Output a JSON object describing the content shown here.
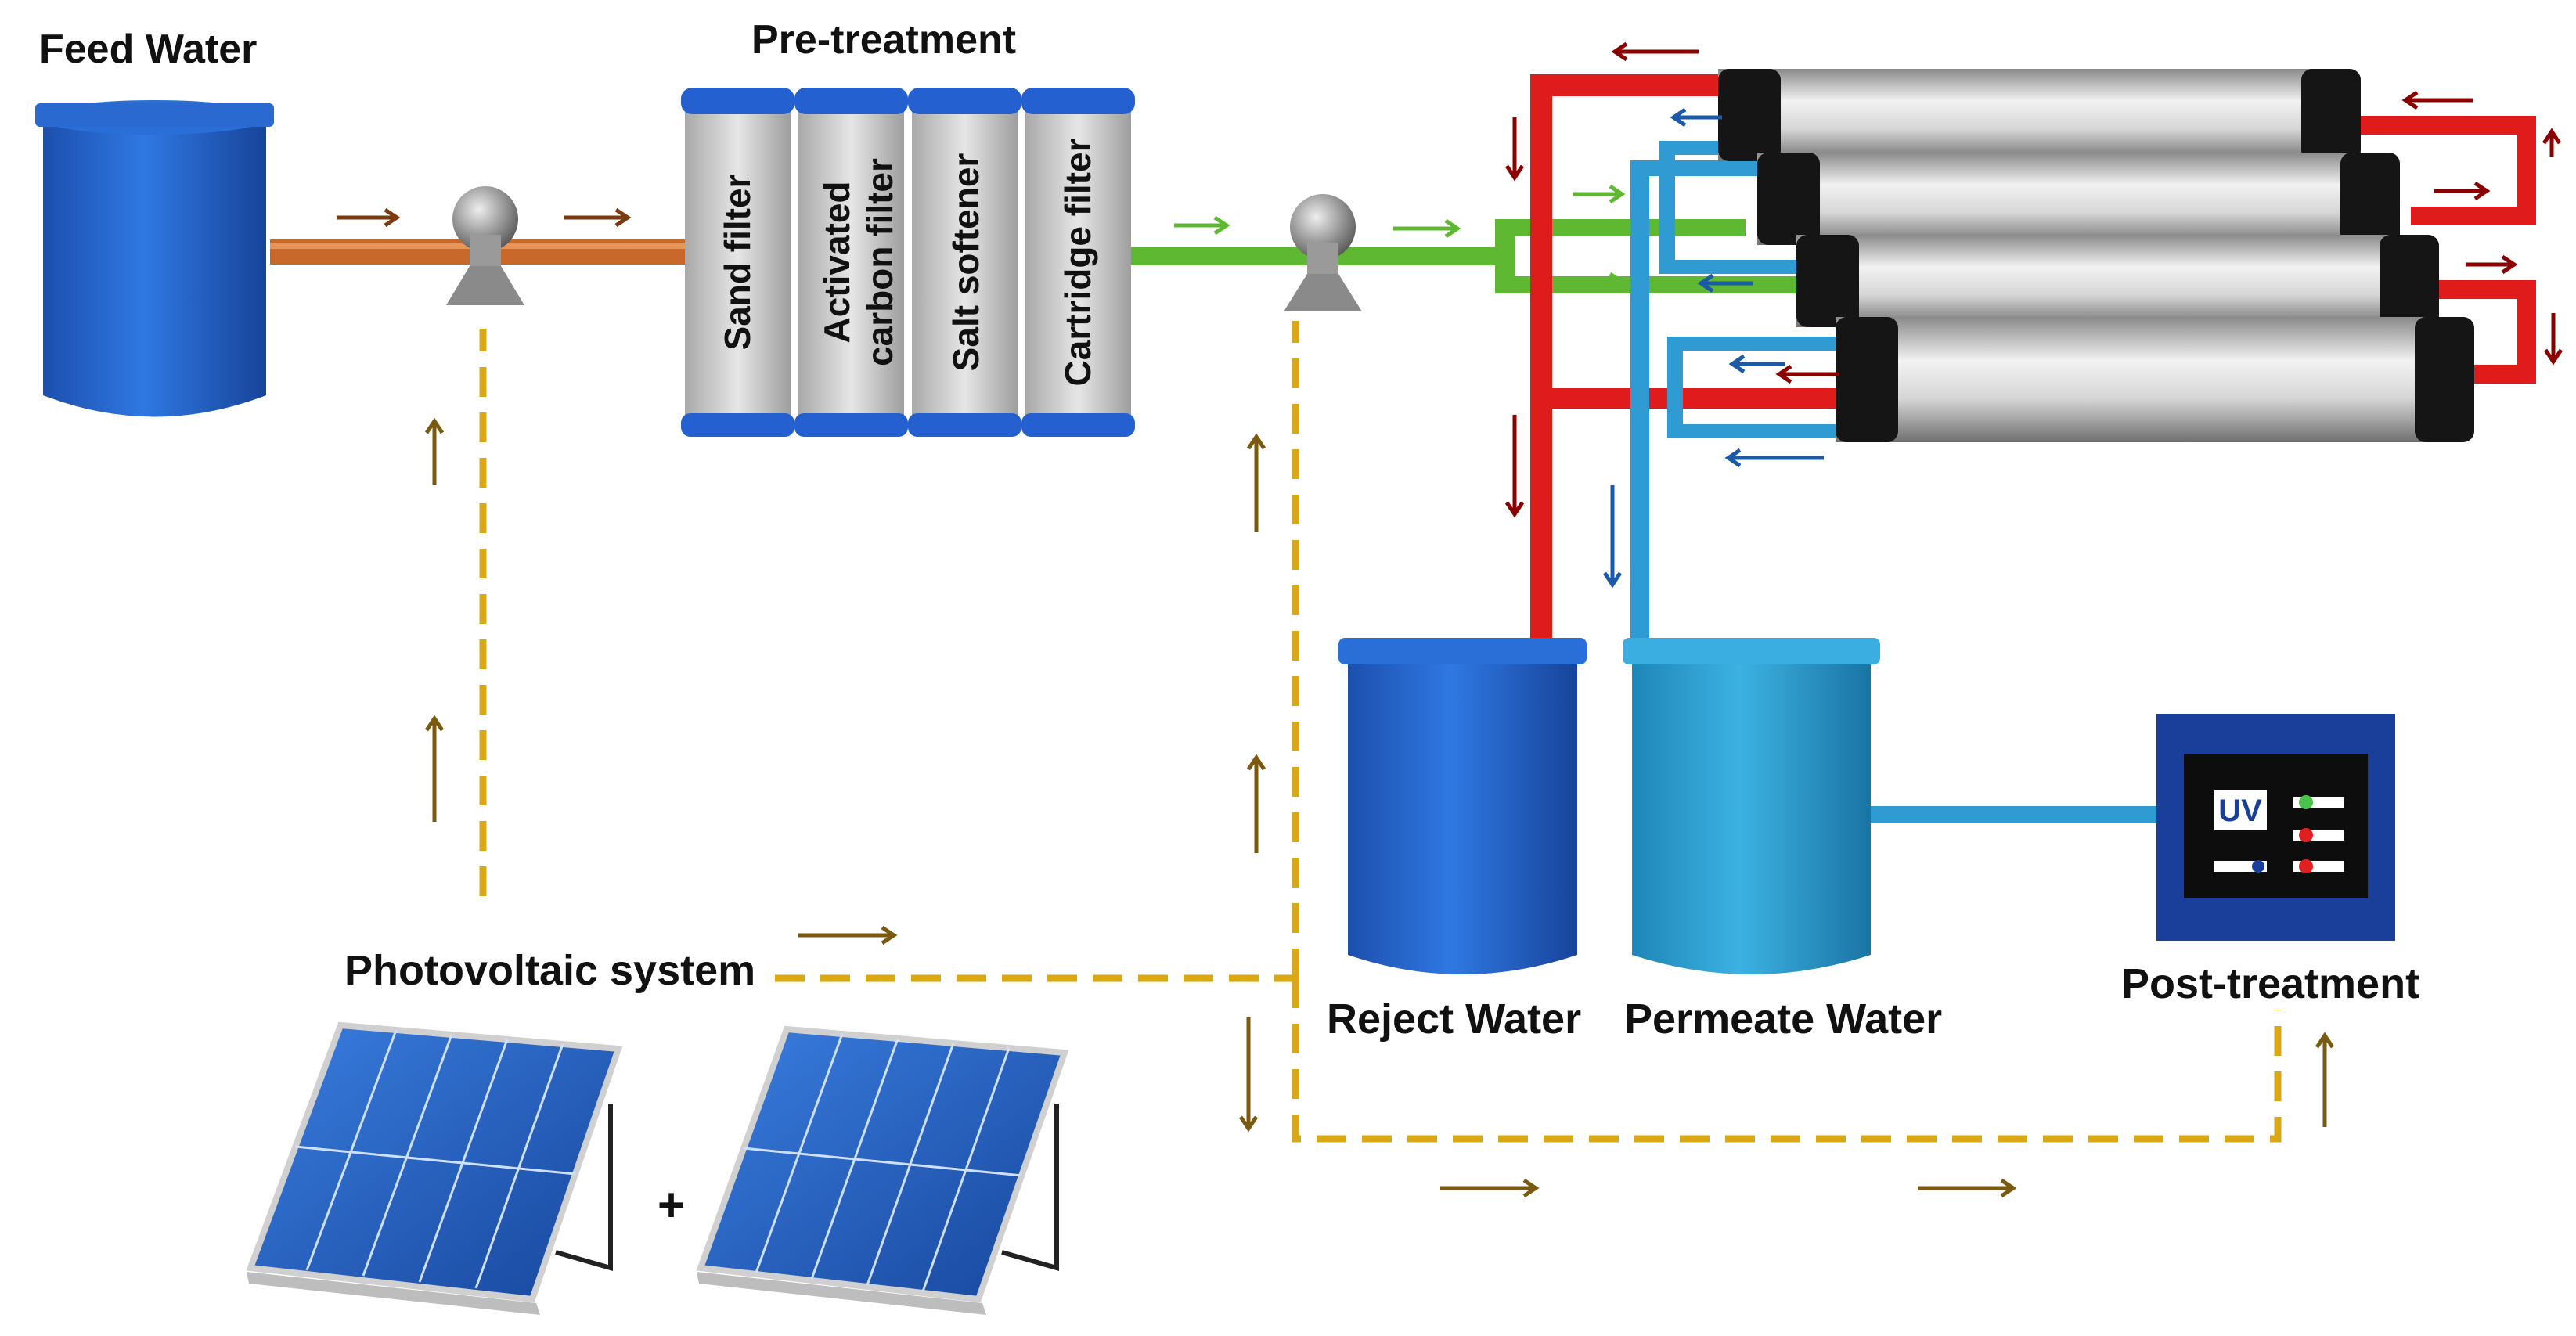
{
  "labels": {
    "feed_water": "Feed Water",
    "pre_treatment": "Pre-treatment",
    "photovoltaic_system": "Photovoltaic system",
    "reject_water": "Reject Water",
    "permeate_water": "Permeate Water",
    "post_treatment": "Post-treatment",
    "plus": "+"
  },
  "filters": [
    {
      "line1": "Sand filter",
      "line2": ""
    },
    {
      "line1": "Activated",
      "line2": "carbon filter"
    },
    {
      "line1": "Salt softener",
      "line2": ""
    },
    {
      "line1": "Cartridge filter",
      "line2": ""
    }
  ],
  "uv_unit": {
    "label": "UV"
  },
  "colors": {
    "feed_pipe": "#c8682a",
    "pretreated_pipe": "#5fb832",
    "reject_pipe": "#e01b1b",
    "permeate_pipe": "#2f9bd2",
    "power_line": "#d9a814",
    "flow_arrow": "#7a3b10",
    "feed_tank": "#1f5fc4",
    "reject_tank": "#1f6fd0",
    "permeate_tank": "#2aa0d0",
    "uv_box": "#1a3f9a",
    "solar_panel": "#1f56b8"
  }
}
